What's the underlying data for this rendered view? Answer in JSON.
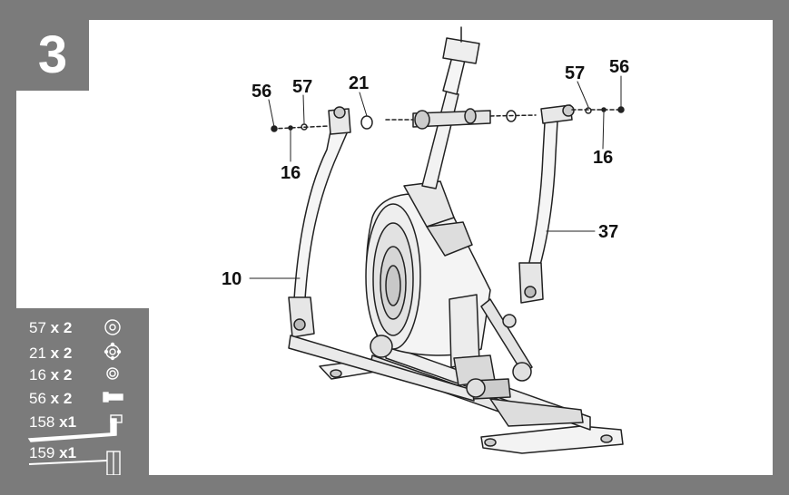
{
  "step": {
    "number": "3"
  },
  "parts": [
    {
      "id": "57",
      "qty": "2",
      "icon": "washer-icon"
    },
    {
      "id": "21",
      "qty": "2",
      "icon": "wave-washer-icon"
    },
    {
      "id": "16",
      "qty": "2",
      "icon": "lock-washer-icon"
    },
    {
      "id": "56",
      "qty": "2",
      "icon": "bolt-icon"
    },
    {
      "id": "158",
      "qty": "1",
      "icon": "allen-key-icon"
    },
    {
      "id": "159",
      "qty": "1",
      "icon": "wrench-icon"
    }
  ],
  "qty_prefix": "x",
  "callouts": {
    "c56_left": "56",
    "c57_left": "57",
    "c21": "21",
    "c16_left": "16",
    "c57_right": "57",
    "c56_right": "56",
    "c16_right": "16",
    "c37": "37",
    "c10": "10"
  },
  "colors": {
    "frame": "#7b7b7b",
    "line": "#222222",
    "panel_text": "#ffffff"
  }
}
